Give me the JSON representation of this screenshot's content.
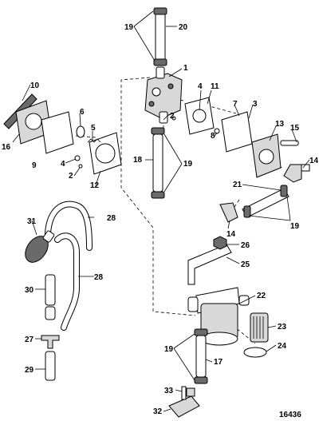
{
  "figure_number": "16436",
  "callouts": [
    {
      "id": "c1",
      "label": "1"
    },
    {
      "id": "c2",
      "label": "2"
    },
    {
      "id": "c2b",
      "label": "2"
    },
    {
      "id": "c3",
      "label": "3"
    },
    {
      "id": "c4",
      "label": "4"
    },
    {
      "id": "c4b",
      "label": "4"
    },
    {
      "id": "c5",
      "label": "5"
    },
    {
      "id": "c6",
      "label": "6"
    },
    {
      "id": "c7",
      "label": "7"
    },
    {
      "id": "c8",
      "label": "8"
    },
    {
      "id": "c9",
      "label": "9"
    },
    {
      "id": "c10",
      "label": "10"
    },
    {
      "id": "c11",
      "label": "11"
    },
    {
      "id": "c12",
      "label": "12"
    },
    {
      "id": "c13",
      "label": "13"
    },
    {
      "id": "c14",
      "label": "14"
    },
    {
      "id": "c14b",
      "label": "14"
    },
    {
      "id": "c15",
      "label": "15"
    },
    {
      "id": "c16",
      "label": "16"
    },
    {
      "id": "c17",
      "label": "17"
    },
    {
      "id": "c18",
      "label": "18"
    },
    {
      "id": "c19",
      "label": "19"
    },
    {
      "id": "c19b",
      "label": "19"
    },
    {
      "id": "c19c",
      "label": "19"
    },
    {
      "id": "c19d",
      "label": "19"
    },
    {
      "id": "c20",
      "label": "20"
    },
    {
      "id": "c21",
      "label": "21"
    },
    {
      "id": "c22",
      "label": "22"
    },
    {
      "id": "c23",
      "label": "23"
    },
    {
      "id": "c24",
      "label": "24"
    },
    {
      "id": "c25",
      "label": "25"
    },
    {
      "id": "c26",
      "label": "26"
    },
    {
      "id": "c27",
      "label": "27"
    },
    {
      "id": "c28",
      "label": "28"
    },
    {
      "id": "c28b",
      "label": "28"
    },
    {
      "id": "c29",
      "label": "29"
    },
    {
      "id": "c30",
      "label": "30"
    },
    {
      "id": "c31",
      "label": "31"
    },
    {
      "id": "c32",
      "label": "32"
    },
    {
      "id": "c33",
      "label": "33"
    }
  ]
}
